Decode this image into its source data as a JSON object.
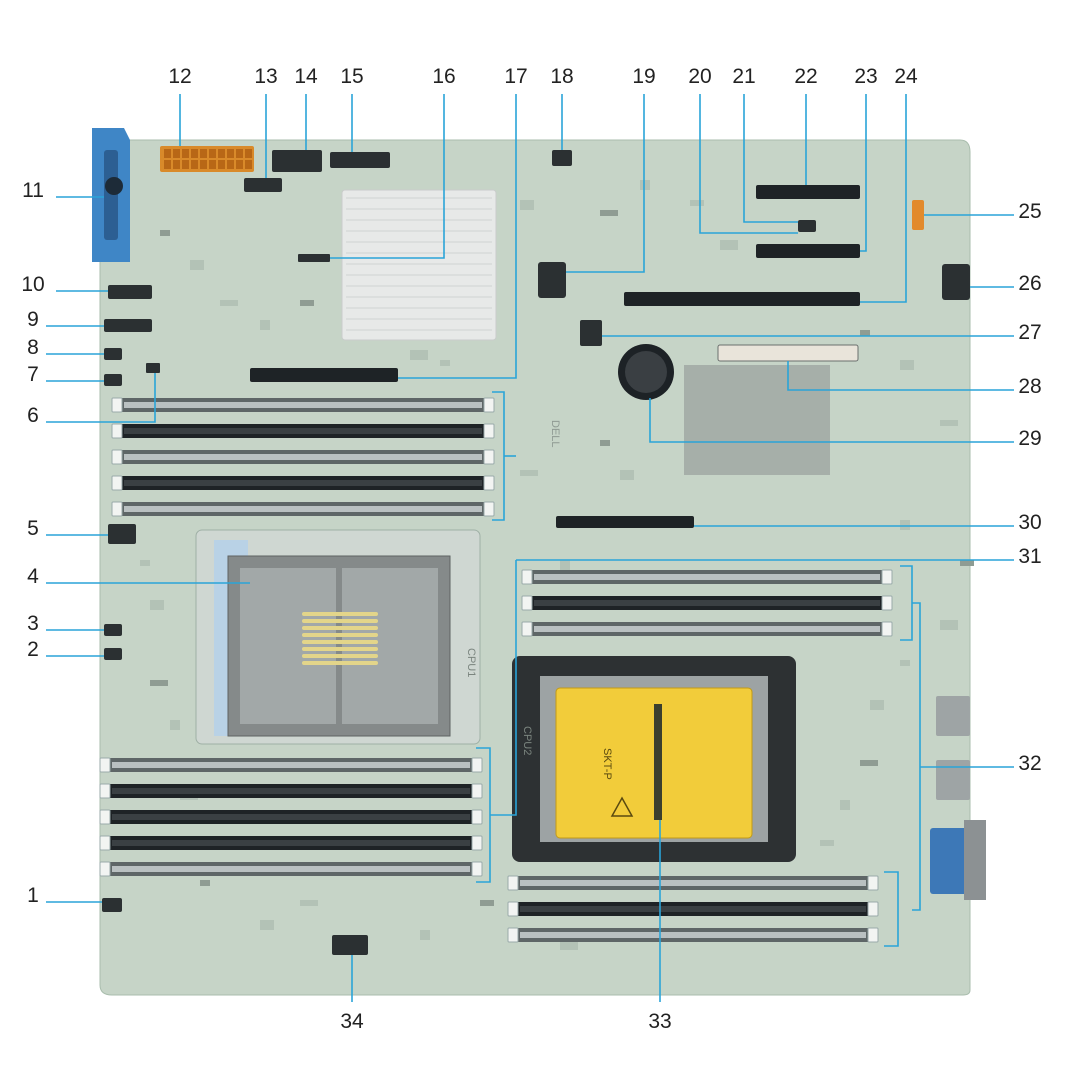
{
  "colors": {
    "board": "#c6d4c7",
    "board_dark": "#a9bdad",
    "leader": "#2aa4d8",
    "slot": "#1e2326",
    "slot_light": "#f2f4f2",
    "latch_blue": "#3f86c6",
    "socket_cover": "#f2cc3a",
    "heatsink": "#e7e9e8",
    "power_connector": "#d98a2a",
    "dark_chip": "#2b3032"
  },
  "callouts": [
    {
      "id": 1,
      "text": "1"
    },
    {
      "id": 2,
      "text": "2"
    },
    {
      "id": 3,
      "text": "3"
    },
    {
      "id": 4,
      "text": "4"
    },
    {
      "id": 5,
      "text": "5"
    },
    {
      "id": 6,
      "text": "6"
    },
    {
      "id": 7,
      "text": "7"
    },
    {
      "id": 8,
      "text": "8"
    },
    {
      "id": 9,
      "text": "9"
    },
    {
      "id": 10,
      "text": "10"
    },
    {
      "id": 11,
      "text": "11"
    },
    {
      "id": 12,
      "text": "12"
    },
    {
      "id": 13,
      "text": "13"
    },
    {
      "id": 14,
      "text": "14"
    },
    {
      "id": 15,
      "text": "15"
    },
    {
      "id": 16,
      "text": "16"
    },
    {
      "id": 17,
      "text": "17"
    },
    {
      "id": 18,
      "text": "18"
    },
    {
      "id": 19,
      "text": "19"
    },
    {
      "id": 20,
      "text": "20"
    },
    {
      "id": 21,
      "text": "21"
    },
    {
      "id": 22,
      "text": "22"
    },
    {
      "id": 23,
      "text": "23"
    },
    {
      "id": 24,
      "text": "24"
    },
    {
      "id": 25,
      "text": "25"
    },
    {
      "id": 26,
      "text": "26"
    },
    {
      "id": 27,
      "text": "27"
    },
    {
      "id": 28,
      "text": "28"
    },
    {
      "id": 29,
      "text": "29"
    },
    {
      "id": 30,
      "text": "30"
    },
    {
      "id": 31,
      "text": "31"
    },
    {
      "id": 32,
      "text": "32"
    },
    {
      "id": 33,
      "text": "33"
    },
    {
      "id": 34,
      "text": "34"
    }
  ],
  "board_labels": {
    "cpu1": "CPU1",
    "cpu2": "CPU2",
    "socket_cover_title": "SKT-P",
    "brand": "DELL"
  }
}
